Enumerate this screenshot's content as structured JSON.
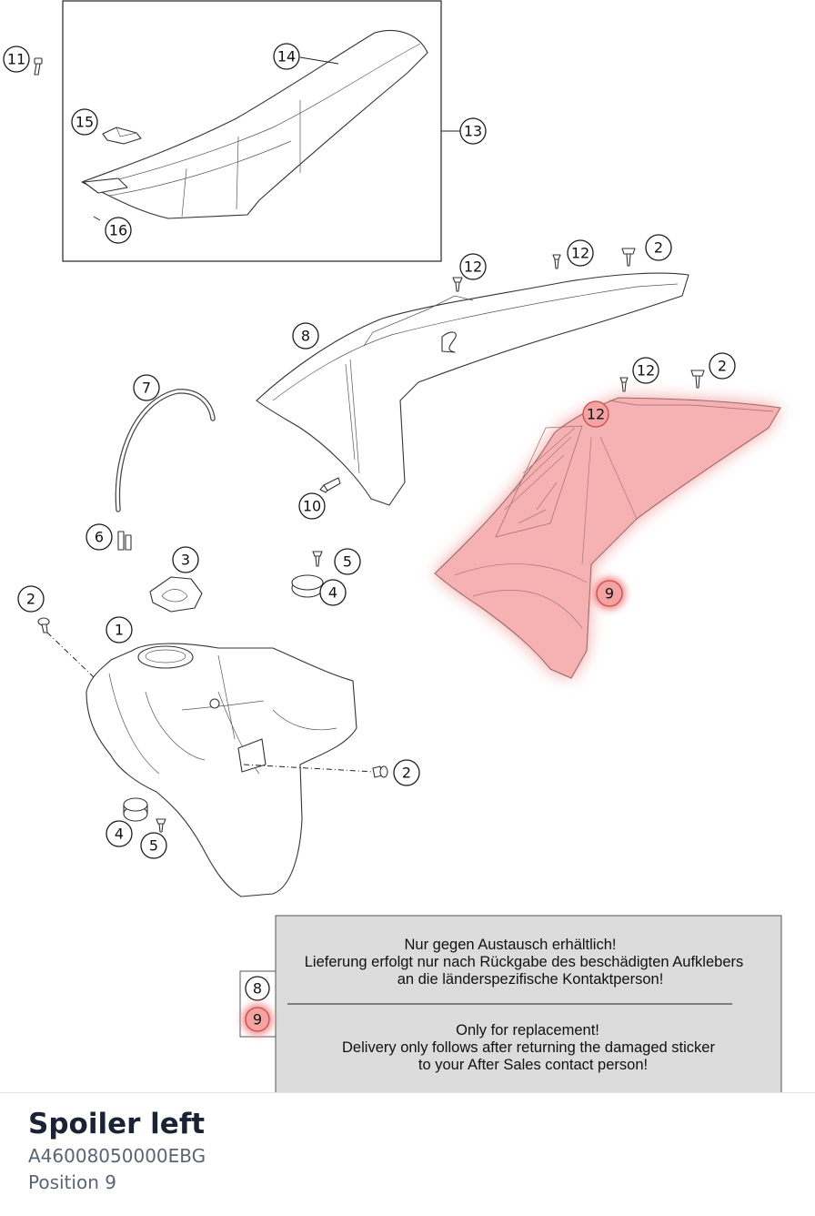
{
  "diagram": {
    "callouts": [
      "1",
      "2",
      "3",
      "4",
      "5",
      "6",
      "7",
      "8",
      "9",
      "10",
      "11",
      "12",
      "13",
      "14",
      "15",
      "16"
    ],
    "highlighted_callout": "9",
    "highlight_color": "#f28b8b",
    "notice": {
      "de_lines": [
        "Nur gegen Austausch erhältlich!",
        "Lieferung erfolgt nur nach Rückgabe des beschädigten Aufklebers",
        "an die länderspezifische Kontaktperson!"
      ],
      "en_lines": [
        "Only for replacement!",
        "Delivery only follows after returning the damaged sticker",
        "to your After Sales contact person!"
      ],
      "applies_to": [
        "8",
        "9"
      ]
    }
  },
  "part": {
    "name": "Spoiler left",
    "number": "A46008050000EBG",
    "position": "Position 9"
  }
}
